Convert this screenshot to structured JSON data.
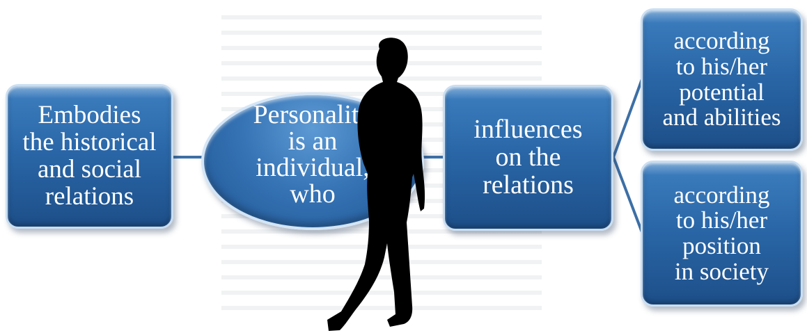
{
  "diagram": {
    "nodes": {
      "left": {
        "lines": [
          "Embodies",
          "the historical",
          "and social",
          "relations"
        ]
      },
      "center": {
        "lines": [
          "Personality",
          "is an",
          "individual,",
          "who"
        ]
      },
      "middle": {
        "lines": [
          "influences",
          "on the",
          "relations"
        ]
      },
      "top_right": {
        "lines": [
          "according",
          "to his/her",
          "potential",
          "and abilities"
        ]
      },
      "bottom_right": {
        "lines": [
          "according",
          "to his/her",
          "position",
          "in society"
        ]
      }
    },
    "colors": {
      "node_fill": "#2a67a8",
      "node_border": "#c9def2",
      "connector": "#3d6fa6",
      "silhouette": "#000000",
      "text": "#ffffff"
    }
  }
}
